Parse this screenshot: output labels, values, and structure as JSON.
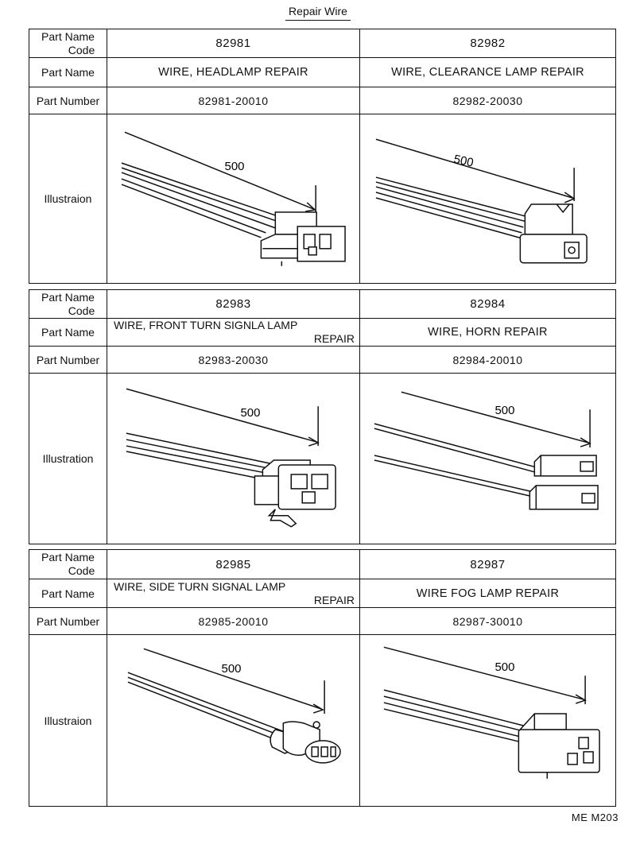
{
  "title": "Repair Wire",
  "labels": {
    "part_name_code_line1": "Part Name",
    "part_name_code_line2": "Code",
    "part_name": "Part Name",
    "part_number": "Part Number",
    "illustration_misspelled": "Illustraion",
    "illustration": "Illustration"
  },
  "dimension_label": "500",
  "parts": [
    {
      "code": "82981",
      "name": "WIRE, HEADLAMP REPAIR",
      "number": "82981-20010"
    },
    {
      "code": "82982",
      "name": "WIRE, CLEARANCE LAMP REPAIR",
      "number": "82982-20030"
    },
    {
      "code": "82983",
      "name_line1": "WIRE, FRONT TURN SIGNLA LAMP",
      "name_line2": "REPAIR",
      "number": "82983-20030"
    },
    {
      "code": "82984",
      "name": "WIRE, HORN REPAIR",
      "number": "82984-20010"
    },
    {
      "code": "82985",
      "name_line1": "WIRE, SIDE TURN SIGNAL LAMP",
      "name_line2": "REPAIR",
      "number": "82985-20010"
    },
    {
      "code": "82987",
      "name": "WIRE FOG LAMP REPAIR",
      "number": "82987-30010"
    }
  ],
  "footer_code": "ME M203"
}
